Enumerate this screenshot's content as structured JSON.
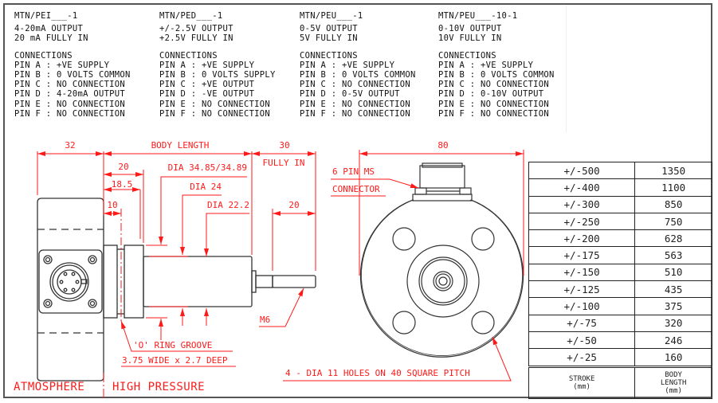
{
  "spec_columns": [
    {
      "model": "MTN/PEI___-1",
      "output": "4-20mA OUTPUT",
      "fully_in": "20 mA FULLY IN",
      "connections_title": "CONNECTIONS",
      "pins": [
        "PIN A : +VE SUPPLY",
        "PIN B : 0 VOLTS COMMON",
        "PIN C : NO CONNECTION",
        "PIN D : 4-20mA OUTPUT",
        "PIN E : NO CONNECTION",
        "PIN F : NO CONNECTION"
      ]
    },
    {
      "model": "MTN/PED___-1",
      "output": "+/-2.5V OUTPUT",
      "fully_in": "+2.5V FULLY IN",
      "connections_title": "CONNECTIONS",
      "pins": [
        "PIN A : +VE SUPPLY",
        "PIN B : 0 VOLTS SUPPLY",
        "PIN C : +VE OUTPUT",
        "PIN D : -VE OUTPUT",
        "PIN E : NO CONNECTION",
        "PIN F : NO CONNECTION"
      ]
    },
    {
      "model": "MTN/PEU___-1",
      "output": "0-5V OUTPUT",
      "fully_in": "5V FULLY IN",
      "connections_title": "CONNECTIONS",
      "pins": [
        "PIN A : +VE SUPPLY",
        "PIN B : 0 VOLTS COMMON",
        "PIN C : NO CONNECTION",
        "PIN D : 0-5V OUTPUT",
        "PIN E : NO CONNECTION",
        "PIN F : NO CONNECTION"
      ]
    },
    {
      "model": "MTN/PEU___-10-1",
      "output": "0-10V OUTPUT",
      "fully_in": "10V FULLY IN",
      "connections_title": "CONNECTIONS",
      "pins": [
        "PIN A : +VE SUPPLY",
        "PIN B : 0 VOLTS COMMON",
        "PIN C : NO CONNECTION",
        "PIN D : 0-10V OUTPUT",
        "PIN E : NO CONNECTION",
        "PIN F : NO CONNECTION"
      ]
    }
  ],
  "dimensions": {
    "d32": "32",
    "body_length": "BODY LENGTH",
    "d30": "30",
    "fully_in": "FULLY IN",
    "d20a": "20",
    "d18_5": "18.5",
    "d10": "10",
    "dia1": "DIA 34.85/34.89",
    "dia2": "DIA 24",
    "dia3": "DIA 22.2",
    "d20b": "20",
    "d80": "80",
    "m6": "M6",
    "connector_line1": "6 PIN MS",
    "connector_line2": "CONNECTOR",
    "oring_line1": "'O' RING GROOVE",
    "oring_line2": "3.75 WIDE x 2.7 DEEP",
    "holes": "4 - DIA 11 HOLES ON 40 SQUARE PITCH",
    "atmosphere": "ATMOSPHERE",
    "high_pressure": "HIGH PRESSURE"
  },
  "stroke_table": {
    "rows": [
      {
        "stroke": "+/-500",
        "body_length": "1350"
      },
      {
        "stroke": "+/-400",
        "body_length": "1100"
      },
      {
        "stroke": "+/-300",
        "body_length": "850"
      },
      {
        "stroke": "+/-250",
        "body_length": "750"
      },
      {
        "stroke": "+/-200",
        "body_length": "628"
      },
      {
        "stroke": "+/-175",
        "body_length": "563"
      },
      {
        "stroke": "+/-150",
        "body_length": "510"
      },
      {
        "stroke": "+/-125",
        "body_length": "435"
      },
      {
        "stroke": "+/-100",
        "body_length": "375"
      },
      {
        "stroke": "+/-75",
        "body_length": "320"
      },
      {
        "stroke": "+/-50",
        "body_length": "246"
      },
      {
        "stroke": "+/-25",
        "body_length": "160"
      }
    ],
    "header_stroke": "STROKE",
    "header_stroke_unit": "(mm)",
    "header_body_1": "BODY",
    "header_body_2": "LENGTH",
    "header_body_unit": "(mm)"
  },
  "colors": {
    "dimension_red": "#ff1a1a",
    "outline": "#333333"
  }
}
